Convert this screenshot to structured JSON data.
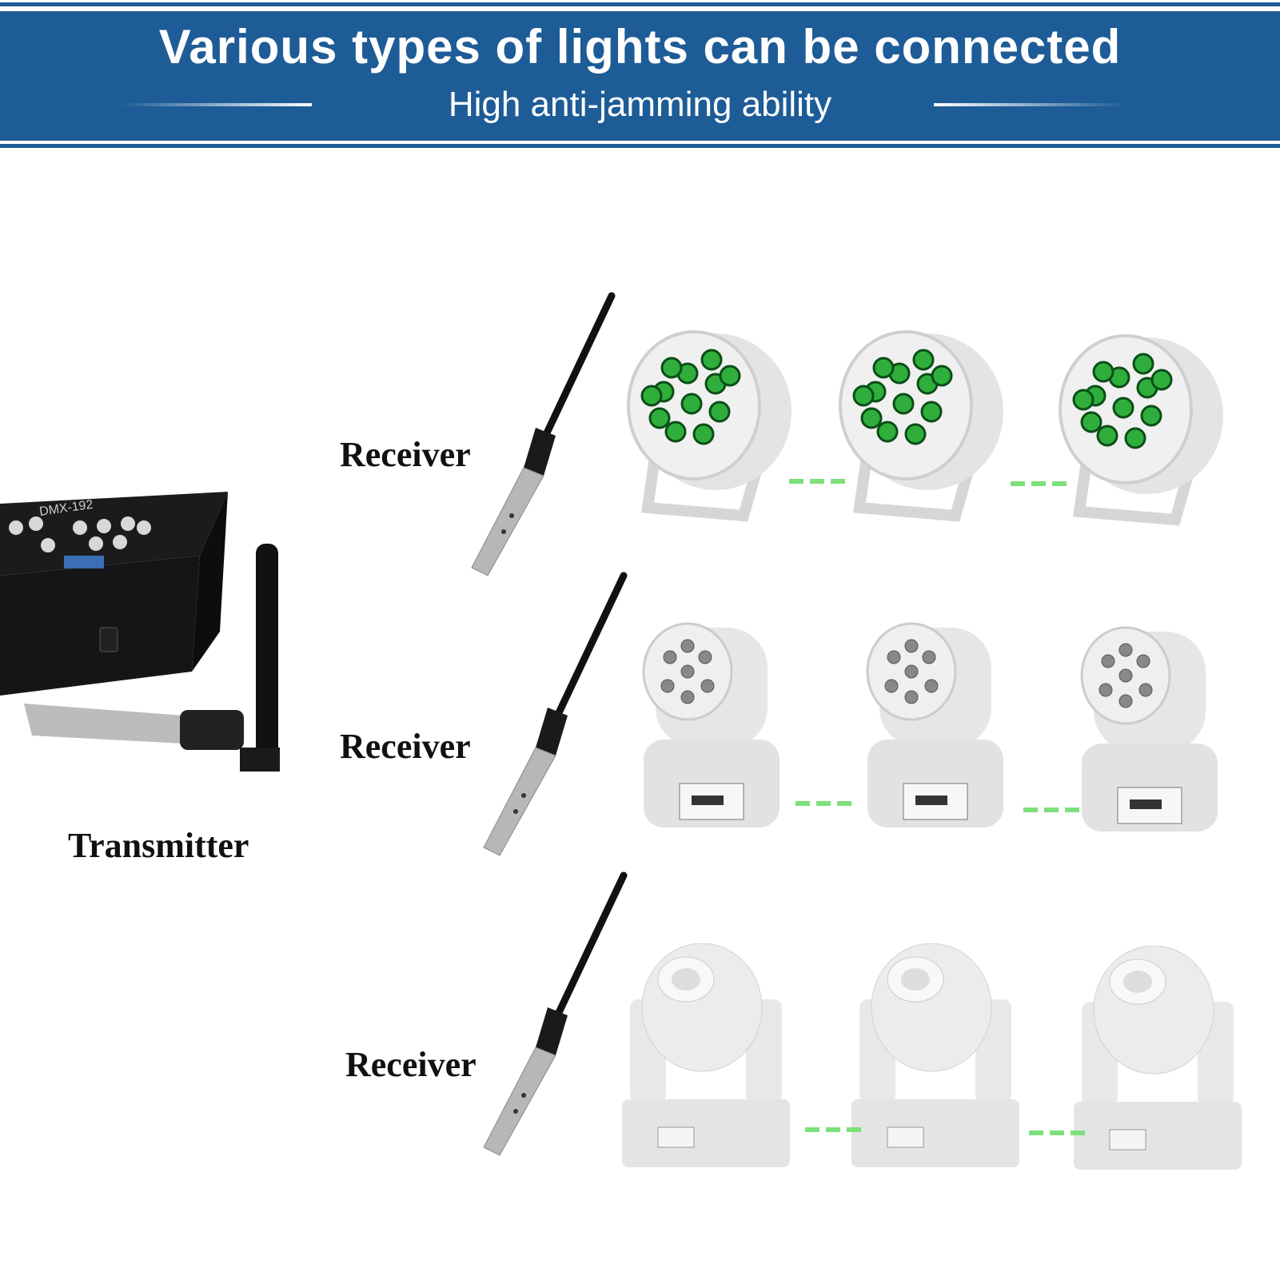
{
  "header": {
    "title": "Various types of lights can be connected",
    "subtitle": "High anti-jamming ability",
    "background_color": "#1d5c96"
  },
  "diagram": {
    "transmitter_label": "Transmitter",
    "controller_model": "DMX-192",
    "rows": [
      {
        "receiver_label": "Receiver",
        "fixture_type": "par-light",
        "led_color": "#2fae3c"
      },
      {
        "receiver_label": "Receiver",
        "fixture_type": "moving-head-wash"
      },
      {
        "receiver_label": "Receiver",
        "fixture_type": "moving-head-spot"
      }
    ],
    "link_color": "#7de07a"
  }
}
